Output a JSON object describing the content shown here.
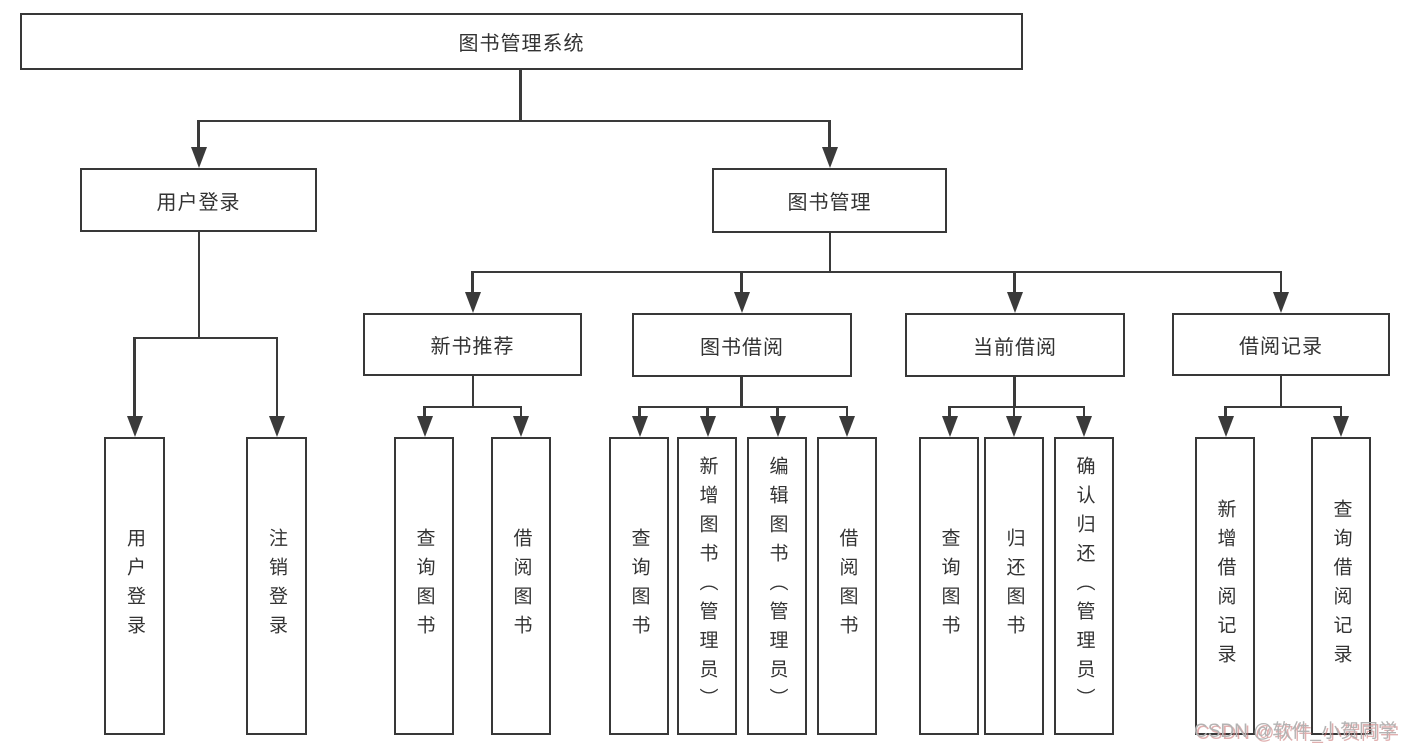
{
  "colors": {
    "line": "#3a3a3a",
    "box_border": "#383838",
    "box_background": "#ffffff",
    "text": "#333333",
    "watermark_gray": "#b3b3b3",
    "watermark_red_shadow": "#cc7a7a"
  },
  "tree": {
    "root": {
      "label": "图书管理系统",
      "children": [
        {
          "label": "用户登录",
          "children": [
            {
              "label": "用户登录"
            },
            {
              "label": "注销登录"
            }
          ]
        },
        {
          "label": "图书管理",
          "children": [
            {
              "label": "新书推荐",
              "children": [
                {
                  "label": "查询图书"
                },
                {
                  "label": "借阅图书"
                }
              ]
            },
            {
              "label": "图书借阅",
              "children": [
                {
                  "label": "查询图书"
                },
                {
                  "label": "新增图书（管理员）"
                },
                {
                  "label": "编辑图书（管理员）"
                },
                {
                  "label": "借阅图书"
                }
              ]
            },
            {
              "label": "当前借阅",
              "children": [
                {
                  "label": "查询图书"
                },
                {
                  "label": "归还图书"
                },
                {
                  "label": "确认归还（管理员）"
                }
              ]
            },
            {
              "label": "借阅记录",
              "children": [
                {
                  "label": "新增借阅记录"
                },
                {
                  "label": "查询借阅记录"
                }
              ]
            }
          ]
        }
      ]
    }
  },
  "watermark": {
    "text": "CSDN @软件_小贺同学"
  }
}
